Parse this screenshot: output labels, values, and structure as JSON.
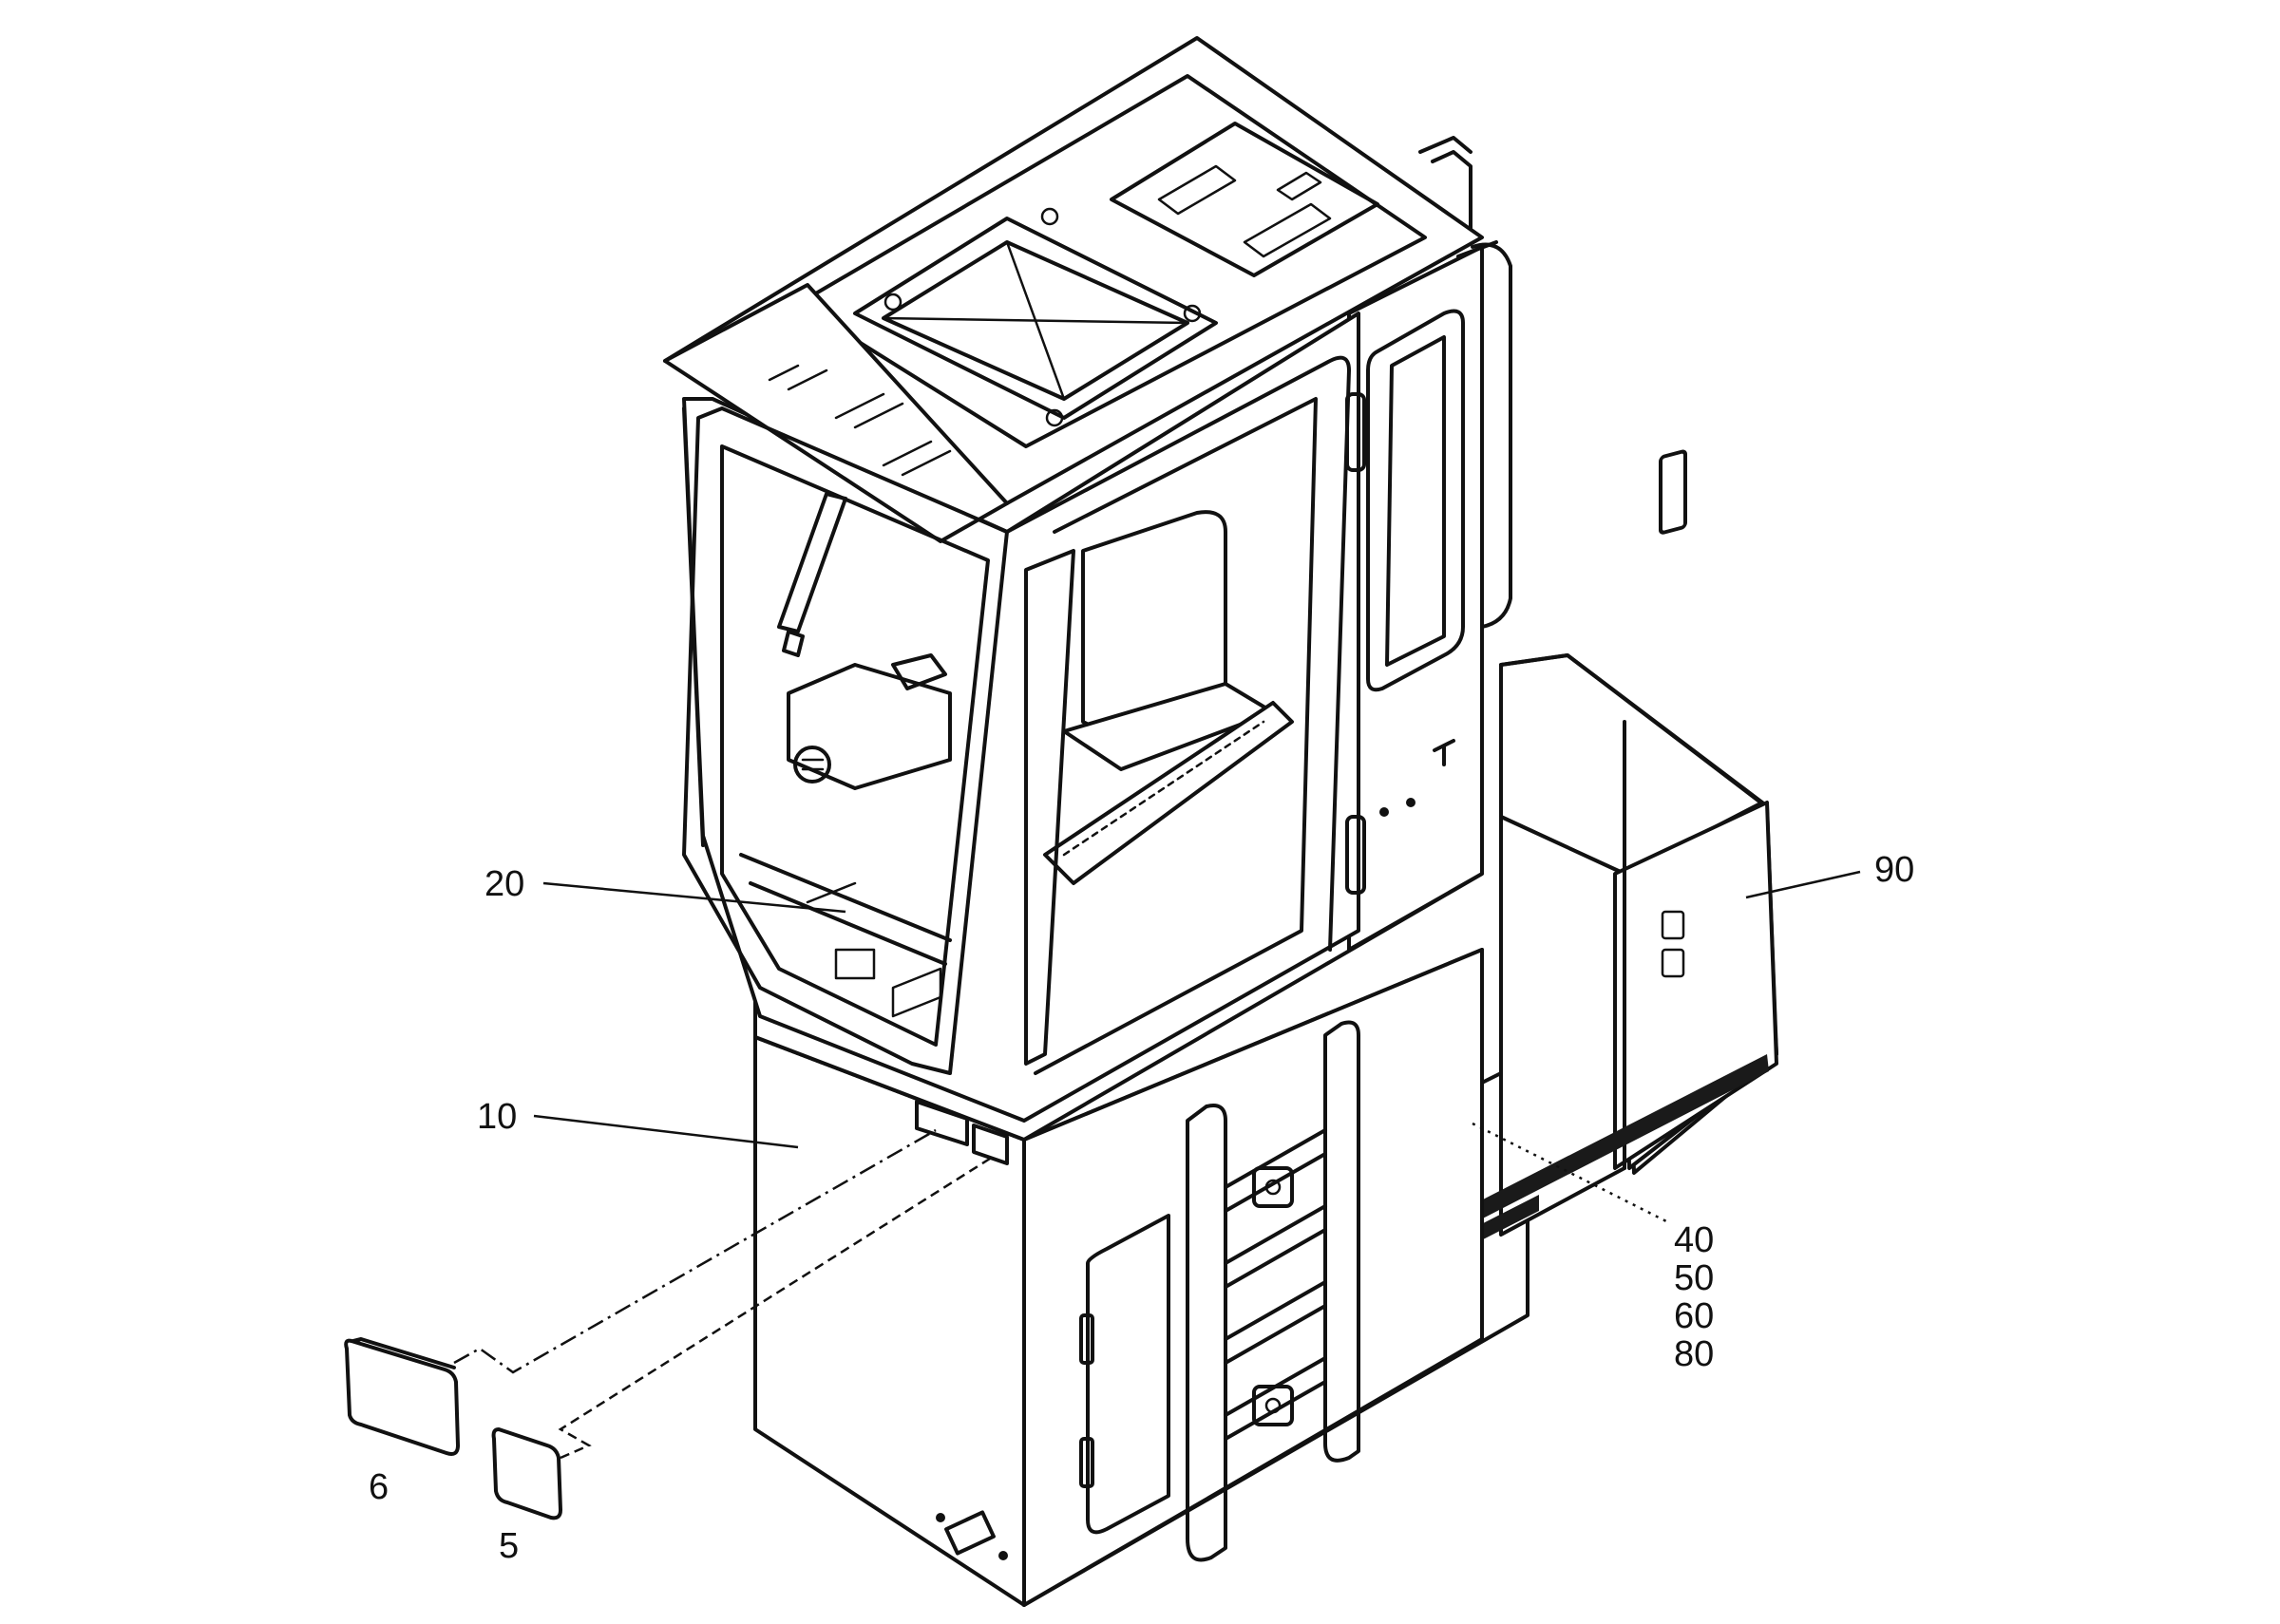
{
  "callouts": {
    "part_20": "20",
    "part_10": "10",
    "part_6": "6",
    "part_5": "5",
    "part_90": "90",
    "part_40": "40",
    "part_50": "50",
    "part_60": "60",
    "part_80": "80"
  },
  "colors": {
    "line": "#111111",
    "background": "#ffffff"
  }
}
